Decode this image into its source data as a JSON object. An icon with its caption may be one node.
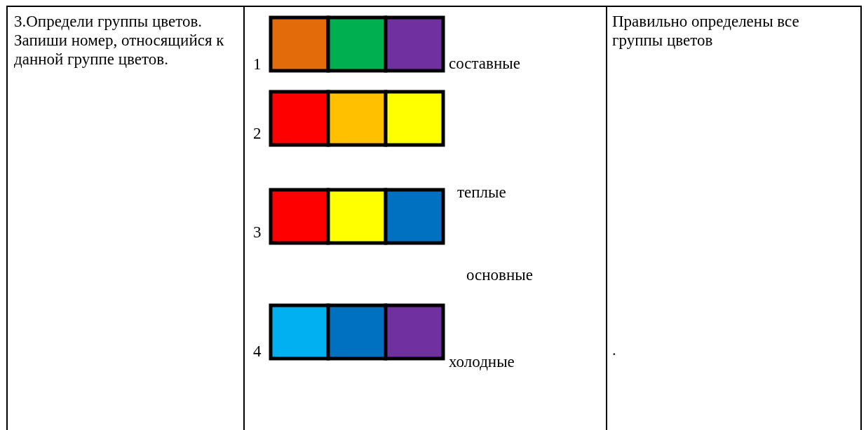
{
  "diagram": {
    "labels": [
      "3.Определи группы цветов. Запиши номер, относящийся к данной группе цветов.",
      "1",
      "составные",
      "2",
      "теплые",
      "3",
      "основные",
      "4",
      "холодные",
      "Правильно определены все группы цветов",
      "."
    ]
  }
}
